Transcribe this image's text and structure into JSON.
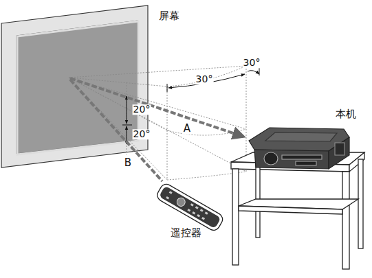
{
  "diagram": {
    "labels": [
      "屏幕",
      "30°",
      "30°",
      "本机",
      "20°",
      "20°",
      "A",
      "B",
      "遥控器"
    ]
  }
}
